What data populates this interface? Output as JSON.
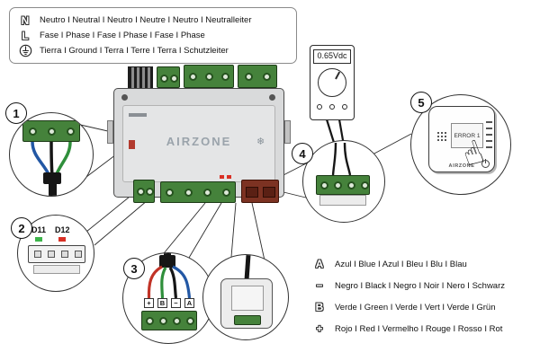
{
  "power_legend": {
    "items": [
      {
        "icon": "letter-n",
        "symbol": "N",
        "text": "Neutro I Neutral I Neutro I Neutre I Neutro I Neutralleiter"
      },
      {
        "icon": "letter-l",
        "symbol": "L",
        "text": "Fase I Phase I Fase I Phase I Fase I Phase"
      },
      {
        "icon": "earth-ground",
        "text": "Tierra I Ground I Terra I Terre I Terra I Schutzleiter"
      }
    ]
  },
  "wire_legend": {
    "items": [
      {
        "symbol": "A",
        "text": "Azul I Blue I Azul I Bleu I Blu I Blau"
      },
      {
        "symbol": "−",
        "text": "Negro I Black I Negro I Noir I Nero I Schwarz"
      },
      {
        "symbol": "B",
        "text": "Verde I Green I Verde I Vert I Verde I Grün"
      },
      {
        "symbol": "+",
        "text": "Rojo I Red I Vermelho I Rouge I Rosso I Rot"
      }
    ]
  },
  "callouts": {
    "c1": "1",
    "c2": "2",
    "c3": "3",
    "c4": "4",
    "c5": "5"
  },
  "device": {
    "brand": "AIRZONE"
  },
  "dial": {
    "value": "0.65Vdc"
  },
  "detail_d11_d12": {
    "d11": "D11",
    "d12": "D12"
  },
  "detail_bus": {
    "plus": "+",
    "b": "B",
    "minus": "−",
    "a": "A"
  },
  "thermostat": {
    "display": "ERROR 1",
    "brand": "AIRZONE"
  },
  "icons": {
    "snowflake": "❄",
    "hand": "☝",
    "menu": "grid-dots",
    "power": "power-ring",
    "earth": "iec-earth"
  },
  "colors": {
    "wire_blue": "#2257a4",
    "wire_black": "#161616",
    "wire_green": "#2f8f3b",
    "wire_red": "#c13327",
    "terminal_green": "#45823b",
    "led_green": "#3db54a",
    "led_red": "#d93025"
  }
}
